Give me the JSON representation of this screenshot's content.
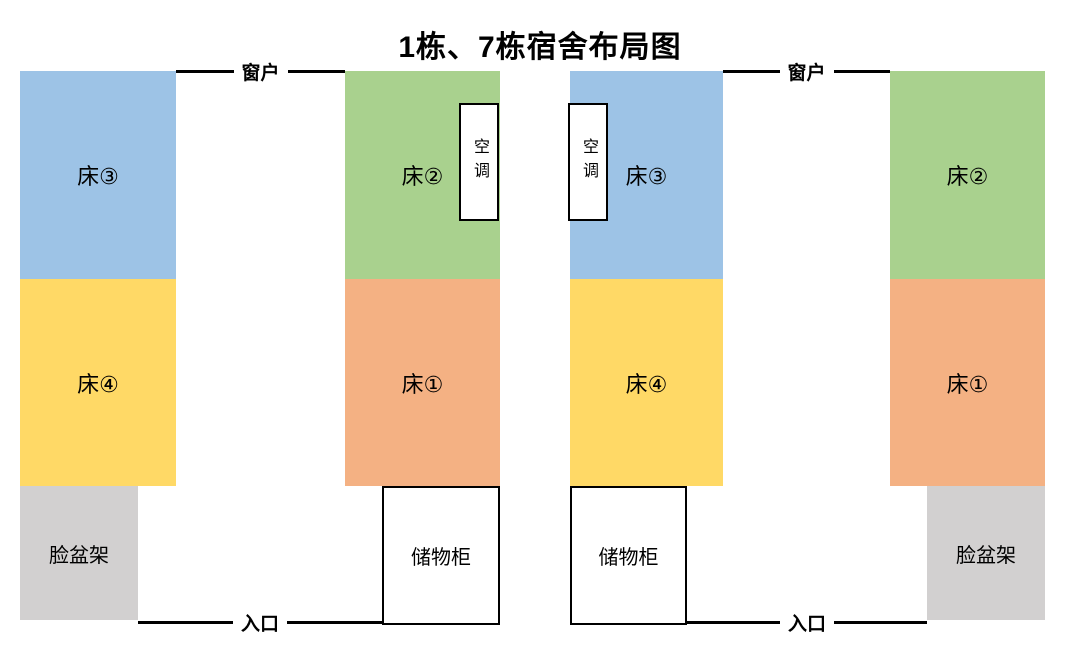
{
  "title": "1栋、7栋宿舍布局图",
  "colors": {
    "bed_blue": "#9DC3E6",
    "bed_yellow": "#FFD966",
    "bed_green": "#A9D18E",
    "bed_orange": "#F4B183",
    "basin_gray": "#D2D0D0",
    "line_black": "#000000"
  },
  "rooms": [
    {
      "side": "left",
      "window": "窗户",
      "entrance": "入口",
      "beds": {
        "bed1": "床①",
        "bed2": "床②",
        "bed3": "床③",
        "bed4": "床④"
      },
      "ac": "空调",
      "basin": "脸盆架",
      "cabinet": "储物柜"
    },
    {
      "side": "right",
      "window": "窗户",
      "entrance": "入口",
      "beds": {
        "bed1": "床①",
        "bed2": "床②",
        "bed3": "床③",
        "bed4": "床④"
      },
      "ac": "空调",
      "basin": "脸盆架",
      "cabinet": "储物柜"
    }
  ]
}
